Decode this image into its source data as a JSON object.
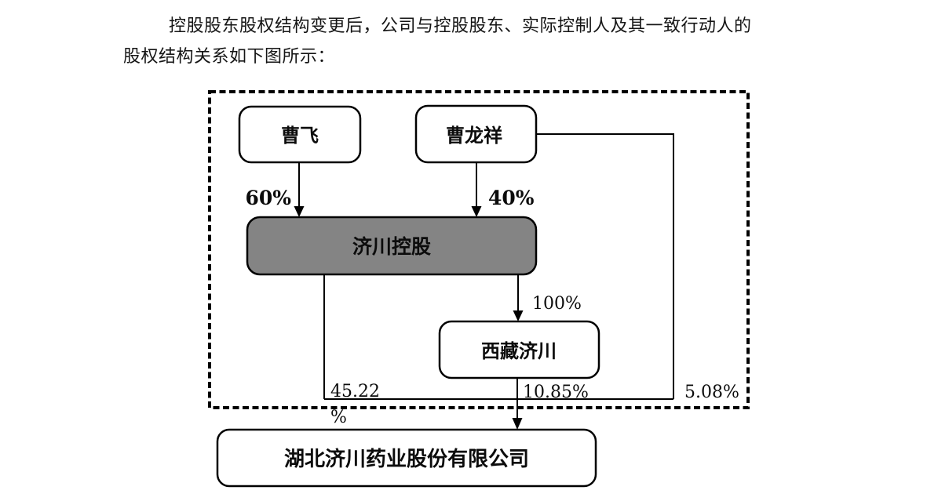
{
  "document": {
    "paragraph": {
      "line1": "控股股东股权结构变更后，公司与控股股东、实际控制人及其一致行动人的",
      "line2": "股权结构关系如下图所示："
    }
  },
  "diagram": {
    "type": "shareholding-structure",
    "colors": {
      "line": "#000000",
      "node_fill": "#ffffff",
      "highlight_node_fill": "#848484"
    },
    "nodes": {
      "cao_fei": {
        "label": "曹飞"
      },
      "cao_longxiang": {
        "label": "曹龙祥"
      },
      "jichuan_holdings": {
        "label": "济川控股"
      },
      "xizang_jichuan": {
        "label": "西藏济川"
      },
      "company": {
        "label": "湖北济川药业股份有限公司"
      }
    },
    "edge_labels": {
      "cao_fei_to_holdings": "60%",
      "cao_longxiang_to_holdings": "40%",
      "holdings_to_xizang": "100%",
      "holdings_to_company_line1": "45.22",
      "holdings_to_company_line2": "%",
      "xizang_to_company": "10.85%",
      "cao_longxiang_to_company": "5.08%"
    }
  }
}
